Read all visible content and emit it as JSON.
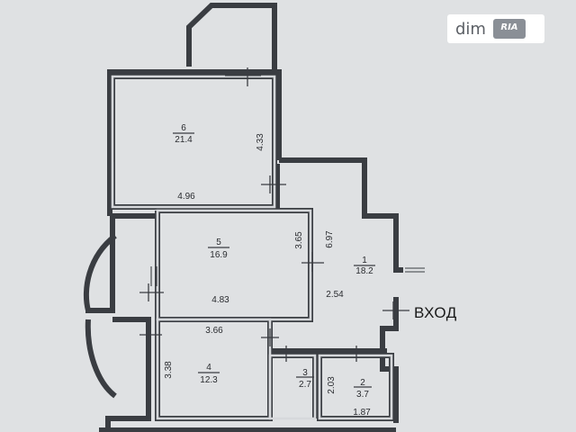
{
  "watermark": {
    "brand": "dim",
    "badge": "RIA"
  },
  "entrance_label": "ВХОД",
  "rooms": [
    {
      "number": "6",
      "area": "21.4"
    },
    {
      "number": "5",
      "area": "16.9"
    },
    {
      "number": "1",
      "area": "18.2"
    },
    {
      "number": "4",
      "area": "12.3"
    },
    {
      "number": "3",
      "area": "2.7"
    },
    {
      "number": "2",
      "area": "3.7"
    }
  ],
  "dimensions": {
    "room6_height": "4.33",
    "room6_width": "4.96",
    "room5_height": "3.65",
    "room5_width": "4.83",
    "room1_height": "6.97",
    "room1_width": "2.54",
    "room4_width": "3.66",
    "room4_height": "3.38",
    "room3_height": "2.03",
    "room2_width": "1.87"
  }
}
